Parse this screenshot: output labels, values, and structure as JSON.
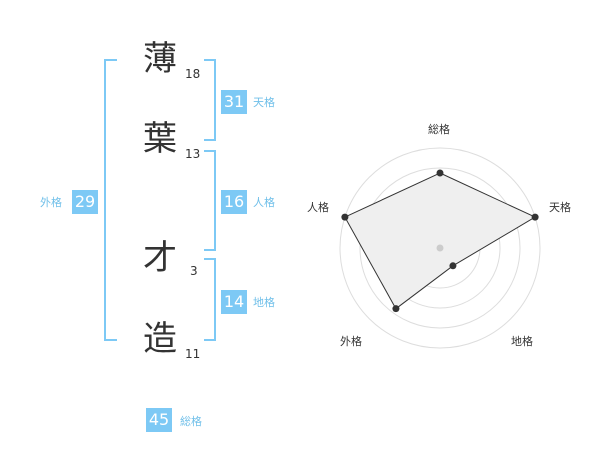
{
  "name": {
    "chars": [
      {
        "char": "薄",
        "strokes": "18"
      },
      {
        "char": "葉",
        "strokes": "13"
      },
      {
        "char": "才",
        "strokes": "3"
      },
      {
        "char": "造",
        "strokes": "11"
      }
    ]
  },
  "grades": {
    "tenkaku": {
      "value": "31",
      "label": "天格"
    },
    "jinkaku": {
      "value": "16",
      "label": "人格"
    },
    "chikaku": {
      "value": "14",
      "label": "地格"
    },
    "gaikaku": {
      "value": "29",
      "label": "外格"
    },
    "soukaku": {
      "value": "45",
      "label": "総格"
    }
  },
  "colors": {
    "accent": "#7dc9f5",
    "label_text": "#6fbfe9",
    "text": "#333333"
  },
  "chart_data": {
    "type": "radar",
    "axes": [
      "総格",
      "天格",
      "地格",
      "外格",
      "人格"
    ],
    "values": [
      0.75,
      1.0,
      0.22,
      0.75,
      1.0
    ],
    "rings": 5,
    "grid": true
  }
}
